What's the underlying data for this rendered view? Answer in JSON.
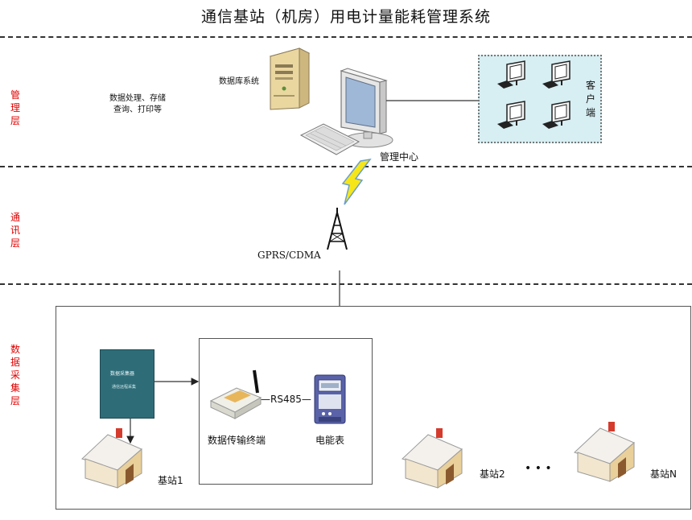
{
  "title": "通信基站（机房）用电计量能耗管理系统",
  "layers": {
    "management": "管理层",
    "communication": "通讯层",
    "acquisition": "数据采集层"
  },
  "management": {
    "note_line1": "数据处理、存储",
    "note_line2": "查询、打印等",
    "database_label": "数据库系统",
    "center_label": "管理中心",
    "client_label": "客户端"
  },
  "communication": {
    "network_label": "GPRS/CDMA"
  },
  "acquisition": {
    "collector_text1": "数据采集器",
    "collector_text2": "通信远程采集",
    "rs485_label": "—RS485—",
    "terminal_label": "数据传输终端",
    "meter_label": "电能表",
    "station1": "基站1",
    "station2": "基站2",
    "ellipsis": "• • •",
    "stationN": "基站N"
  }
}
